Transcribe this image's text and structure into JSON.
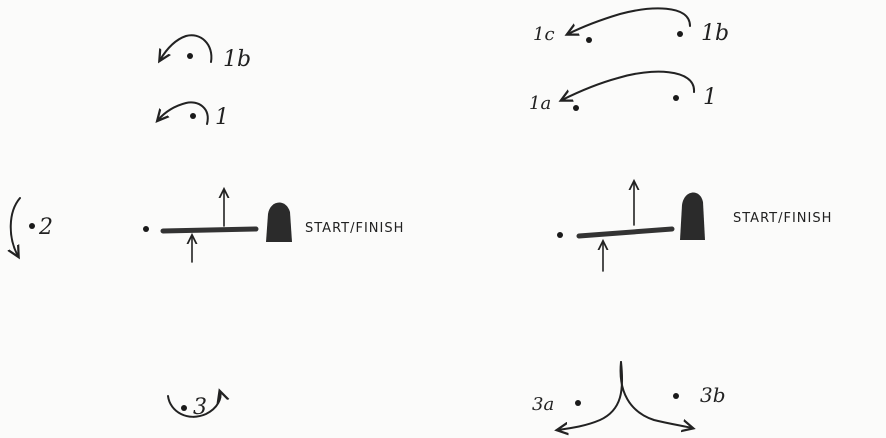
{
  "left_diagram": {
    "label_1b": "1b",
    "label_1": "1",
    "label_2": "2",
    "label_3": "3",
    "start_finish": "START/FINISH"
  },
  "right_diagram": {
    "label_1c": "1c",
    "label_1b": "1b",
    "label_1a": "1a",
    "label_1": "1",
    "start_finish": "START/FINISH",
    "label_3a": "3a",
    "label_3b": "3b"
  },
  "colors": {
    "ink": "#222222",
    "paper": "#fbfbfa",
    "cone": "#2b2b2b"
  }
}
